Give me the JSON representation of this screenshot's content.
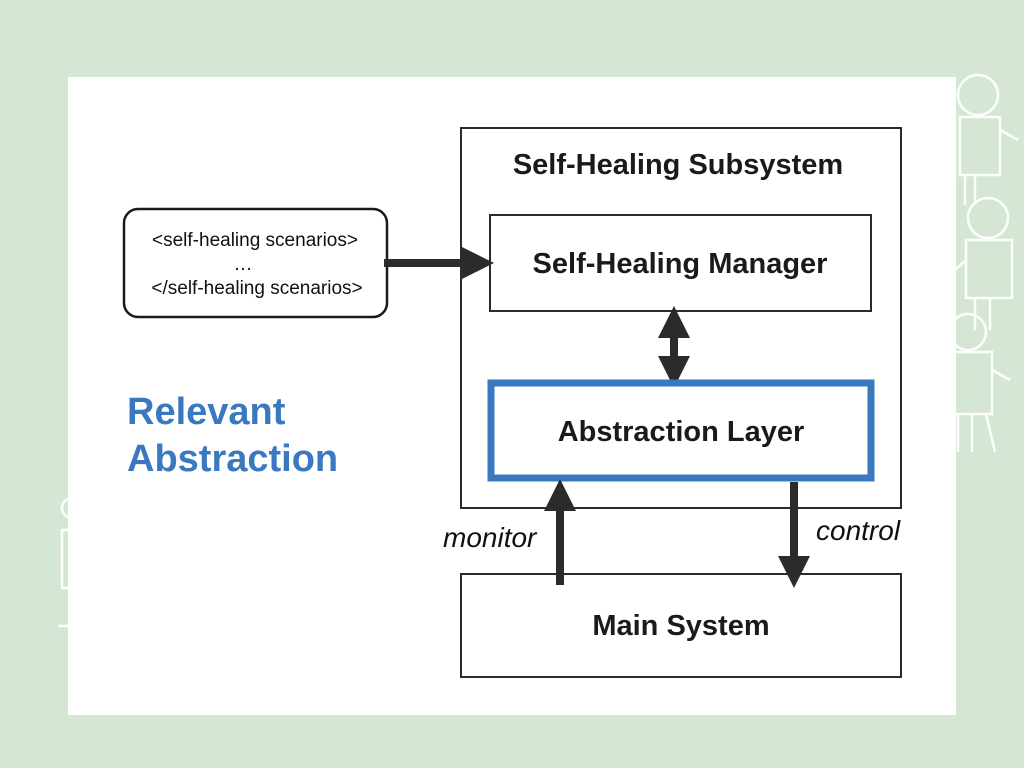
{
  "diagram": {
    "subsystem_title": "Self-Healing Subsystem",
    "manager_label": "Self-Healing Manager",
    "abstraction_layer_label": "Abstraction Layer",
    "main_system_label": "Main System",
    "scenario_box": {
      "open_tag": "<self-healing scenarios>",
      "ellipsis": "…",
      "close_tag": "</self-healing scenarios>"
    },
    "side_heading": {
      "line1": "Relevant",
      "line2": "Abstraction"
    },
    "monitor_label": "monitor",
    "control_label": "control"
  },
  "colors": {
    "background": "#d5e7d4",
    "panel": "#ffffff",
    "accent_blue": "#3a78c0",
    "stroke": "#2b2b2b",
    "decoration": "#ffffff"
  },
  "icons": {
    "decoration": "robot-figures-watermark"
  }
}
